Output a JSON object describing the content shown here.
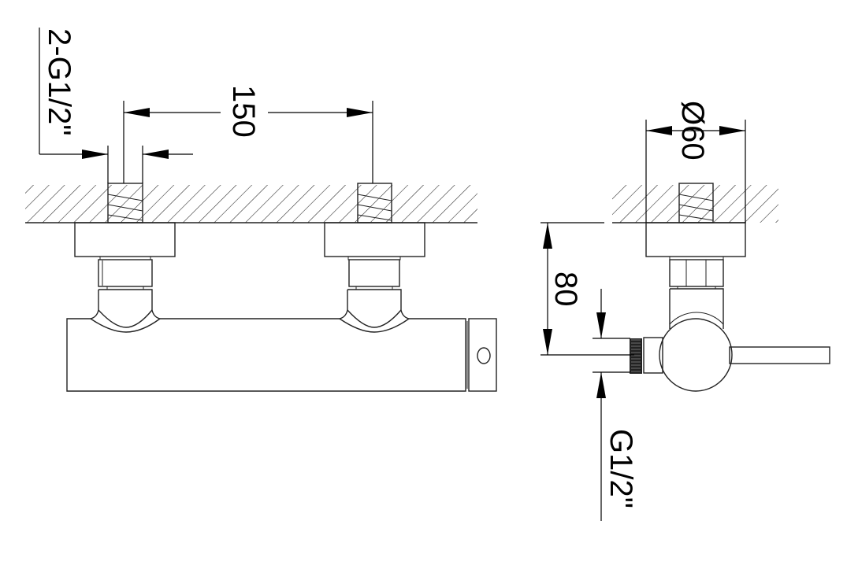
{
  "drawing": {
    "front_view": {
      "inlet_thread_label": "2-G1/2\"",
      "centers_distance_label": "150"
    },
    "side_view": {
      "flange_diameter_label": "Ø60",
      "projection_label": "80",
      "outlet_thread_label": "G1/2\""
    },
    "line_color": "#222222"
  }
}
